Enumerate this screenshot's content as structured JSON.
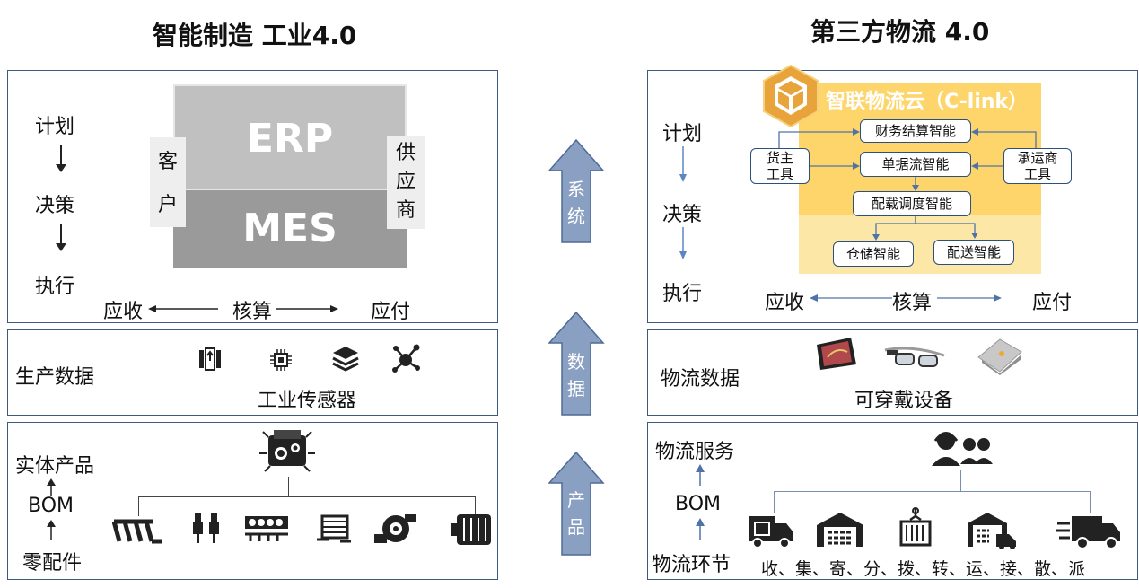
{
  "left": {
    "title": "智能制造 工业4.0",
    "top_panel": {
      "steps": [
        "计划",
        "决策",
        "执行"
      ],
      "erp": "ERP",
      "mes": "MES",
      "customer": [
        "客",
        "户"
      ],
      "supplier": [
        "供",
        "应",
        "商"
      ],
      "receivable": "应收",
      "accounting": "核算",
      "payable": "应付"
    },
    "data_panel": {
      "label": "生产数据",
      "caption": "工业传感器",
      "icons": [
        "circuit-board-icon",
        "chip-icon",
        "layers-icon",
        "network-node-icon"
      ]
    },
    "product_panel": {
      "chain": [
        "实体产品",
        "BOM",
        "零配件"
      ],
      "top_icon": "engine-icon",
      "part_icons": [
        "manifold-icon",
        "spark-plug-icon",
        "engine-block-icon",
        "radiator-icon",
        "turbo-icon",
        "cylinder-icon"
      ]
    }
  },
  "middle_arrows": [
    {
      "label": [
        "系",
        "统"
      ]
    },
    {
      "label": [
        "数",
        "据"
      ]
    },
    {
      "label": [
        "产",
        "品"
      ]
    }
  ],
  "right": {
    "title": "第三方物流 4.0",
    "top_panel": {
      "steps": [
        "计划",
        "决策",
        "执行"
      ],
      "cloud_title": "智联物流云（C-link）",
      "finance": "财务结算智能",
      "document": "单据流智能",
      "dispatch": "配载调度智能",
      "owner_tool": [
        "货主",
        "工具"
      ],
      "carrier_tool": [
        "承运商",
        "工具"
      ],
      "warehouse": "仓储智能",
      "delivery": "配送智能",
      "receivable": "应收",
      "accounting": "核算",
      "payable": "应付"
    },
    "data_panel": {
      "label": "物流数据",
      "caption": "可穿戴设备",
      "icons": [
        "tablet-icon",
        "smart-glasses-icon",
        "handheld-device-icon"
      ]
    },
    "service_panel": {
      "chain": [
        "物流服务",
        "BOM",
        "物流环节"
      ],
      "links": "收、集、寄、分、拨、转、运、接、散、派",
      "top_icon": "customer-service-icon",
      "link_icons": [
        "truck-box-icon",
        "warehouse-icon",
        "container-icon",
        "warehouse-truck-icon",
        "fast-truck-icon"
      ]
    }
  },
  "colors": {
    "panel_border": "#3c5a80",
    "arrow_fill": "#8aa0c3",
    "cloud_dark": "#fdd56a",
    "cloud_light": "#fde7a6",
    "erp": "#c0c0c0",
    "mes": "#9a9a9a"
  }
}
